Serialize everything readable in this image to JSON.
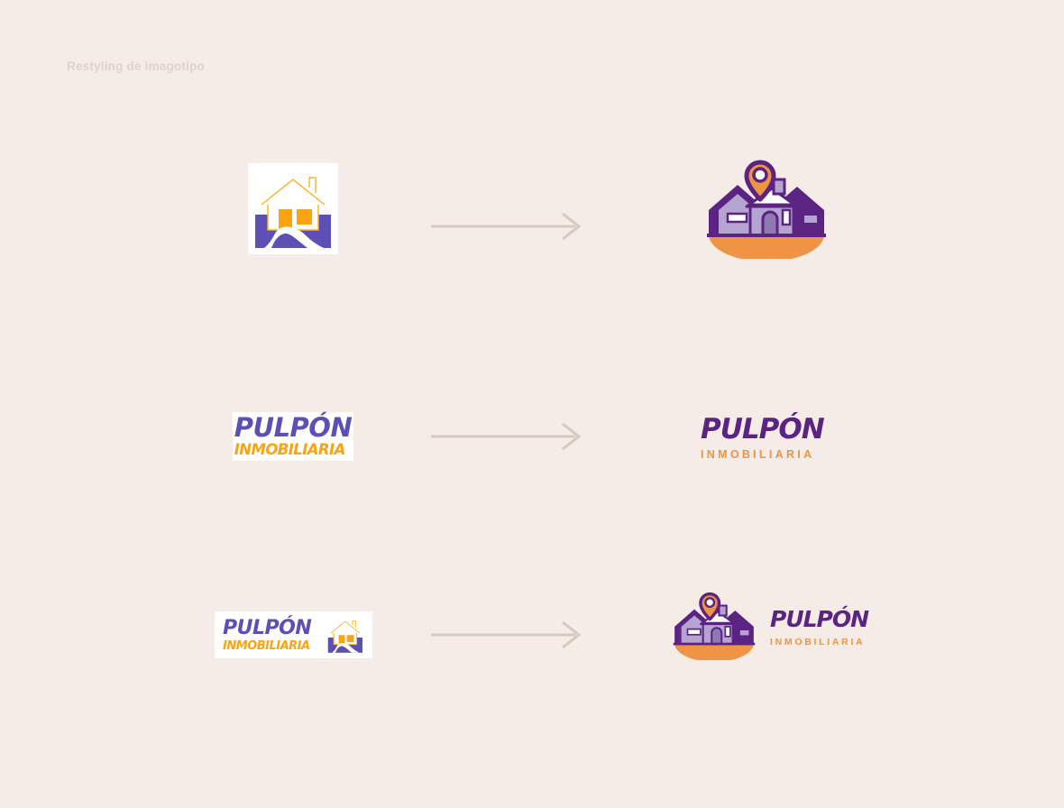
{
  "page": {
    "title": "Restyling de imagotipo",
    "background_color": "#f5ece7"
  },
  "brand": {
    "name": "PULPÓN",
    "tagline": "INMOBILIARIA",
    "old_colors": {
      "purple": "#5c4fb5",
      "orange": "#fca311",
      "white": "#ffffff"
    },
    "new_colors": {
      "dark_purple": "#5b2382",
      "light_purple": "#b5a4cf",
      "orange": "#ef9444",
      "white": "#ffffff"
    },
    "muted_color": "#ded2ca",
    "arrow_color": "#d6cabf"
  },
  "rows": [
    {
      "id": "icon",
      "before_label": "old-isotype",
      "arrow_label": "transformation-arrow",
      "after_label": "new-isotype"
    },
    {
      "id": "wordmark",
      "before_label": "old-wordmark",
      "arrow_label": "transformation-arrow",
      "after_label": "new-wordmark"
    },
    {
      "id": "lockup",
      "before_label": "old-lockup",
      "arrow_label": "transformation-arrow",
      "after_label": "new-lockup"
    }
  ],
  "old_icon": {
    "description": "house-outline-over-purple-field-with-path",
    "window_count": 2
  },
  "new_icon": {
    "description": "house-with-map-pin-on-orange-ground",
    "pin": "location-pin",
    "window_count": 4
  }
}
